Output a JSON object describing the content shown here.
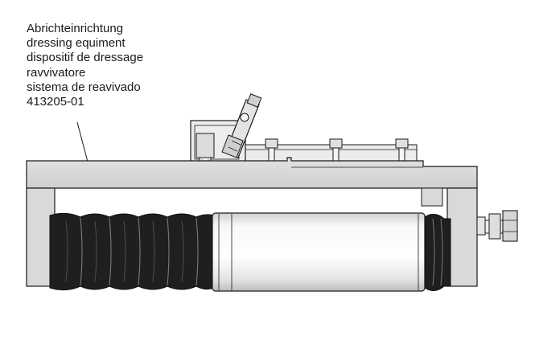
{
  "callout": {
    "lines": [
      "Abrichteinrichtung",
      "dressing equiment",
      "dispositif de dressage",
      "ravvivatore",
      "sistema de reavivado",
      "413205-01"
    ]
  },
  "colors": {
    "line": "#1a1a1a",
    "plate_fill": "#d9d9d9",
    "bellows_fill": "#1f1f1f",
    "roller_fill": "#f2f2f2",
    "background": "#ffffff"
  }
}
